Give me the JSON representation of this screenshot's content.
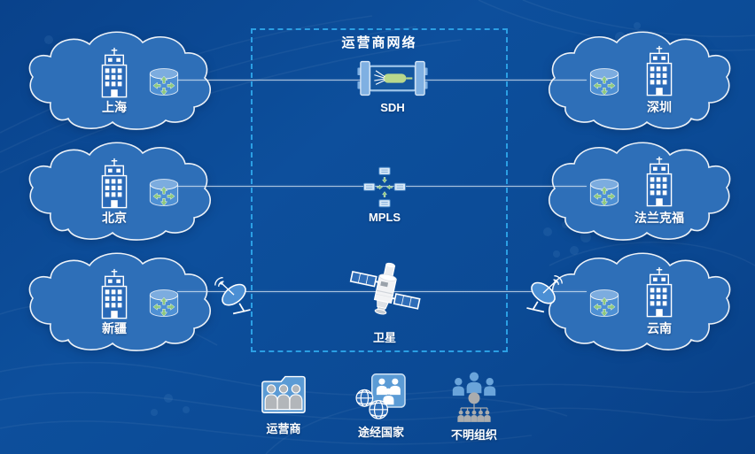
{
  "diagram_title": "运营商网络",
  "clouds": [
    {
      "id": "shanghai",
      "label": "上海"
    },
    {
      "id": "beijing",
      "label": "北京"
    },
    {
      "id": "xinjiang",
      "label": "新疆"
    },
    {
      "id": "shenzhen",
      "label": "深圳"
    },
    {
      "id": "frankfurt",
      "label": "法兰克福"
    },
    {
      "id": "yunnan",
      "label": "云南"
    }
  ],
  "core_nodes": [
    {
      "id": "sdh",
      "label": "SDH"
    },
    {
      "id": "mpls",
      "label": "MPLS"
    },
    {
      "id": "satellite",
      "label": "卫星"
    }
  ],
  "legend": [
    {
      "id": "operator",
      "label": "运营商"
    },
    {
      "id": "transit-country",
      "label": "途经国家"
    },
    {
      "id": "unknown-org",
      "label": "不明组织"
    }
  ],
  "colors": {
    "background": "#0b4a95",
    "cloud_fill": "#2e6fb8",
    "dashed_border": "#2b9fe4",
    "arrow_green": "#8ec97e",
    "legend_blue": "#5b9bd5"
  }
}
